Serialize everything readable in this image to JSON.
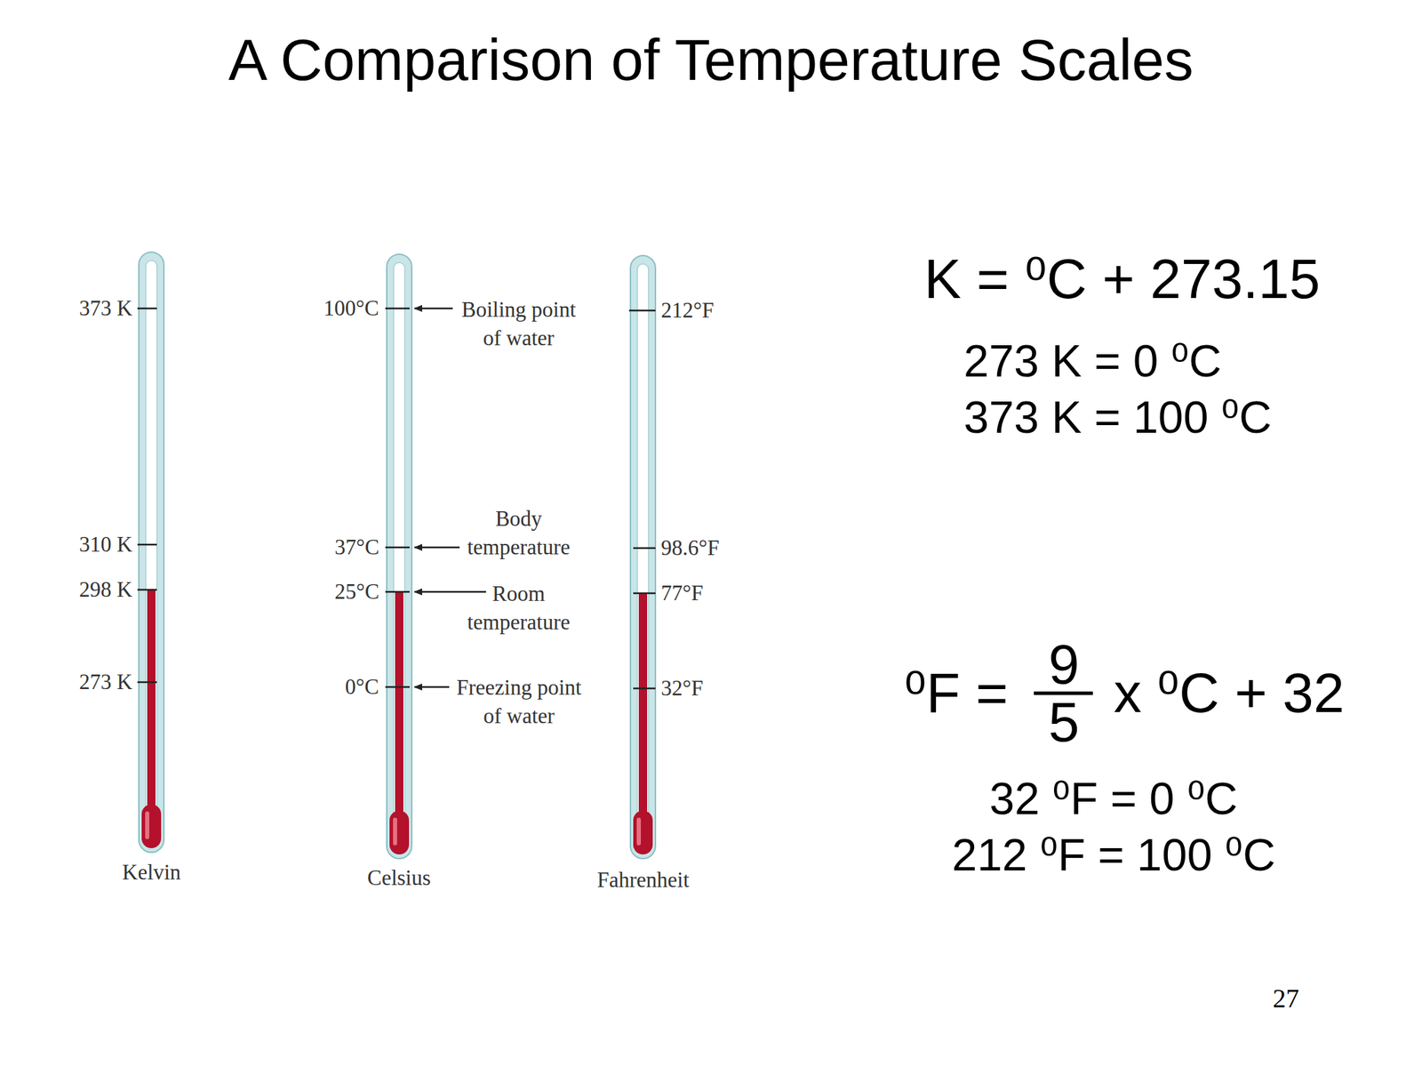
{
  "diagram": {
    "title": "A Comparison of Temperature Scales",
    "labels": [
      "373 K",
      "100°C",
      "Boiling point of water",
      "212°F",
      "K = ⁰C + 273.15",
      "273 K = 0 ⁰C",
      "373 K = 100 ⁰C",
      "310 K",
      "37°C",
      "Body temperature",
      "98.6°F",
      "298 K",
      "25°C",
      "Room temperature",
      "77°F",
      "273 K",
      "0°C",
      "Freezing point of water",
      "32°F",
      "⁰F =",
      "9",
      "5",
      "x ⁰C + 32",
      "32 ⁰F = 0 ⁰C",
      "212 ⁰F = 100 ⁰C",
      "Kelvin",
      "Celsius",
      "Fahrenheit",
      "27"
    ]
  }
}
